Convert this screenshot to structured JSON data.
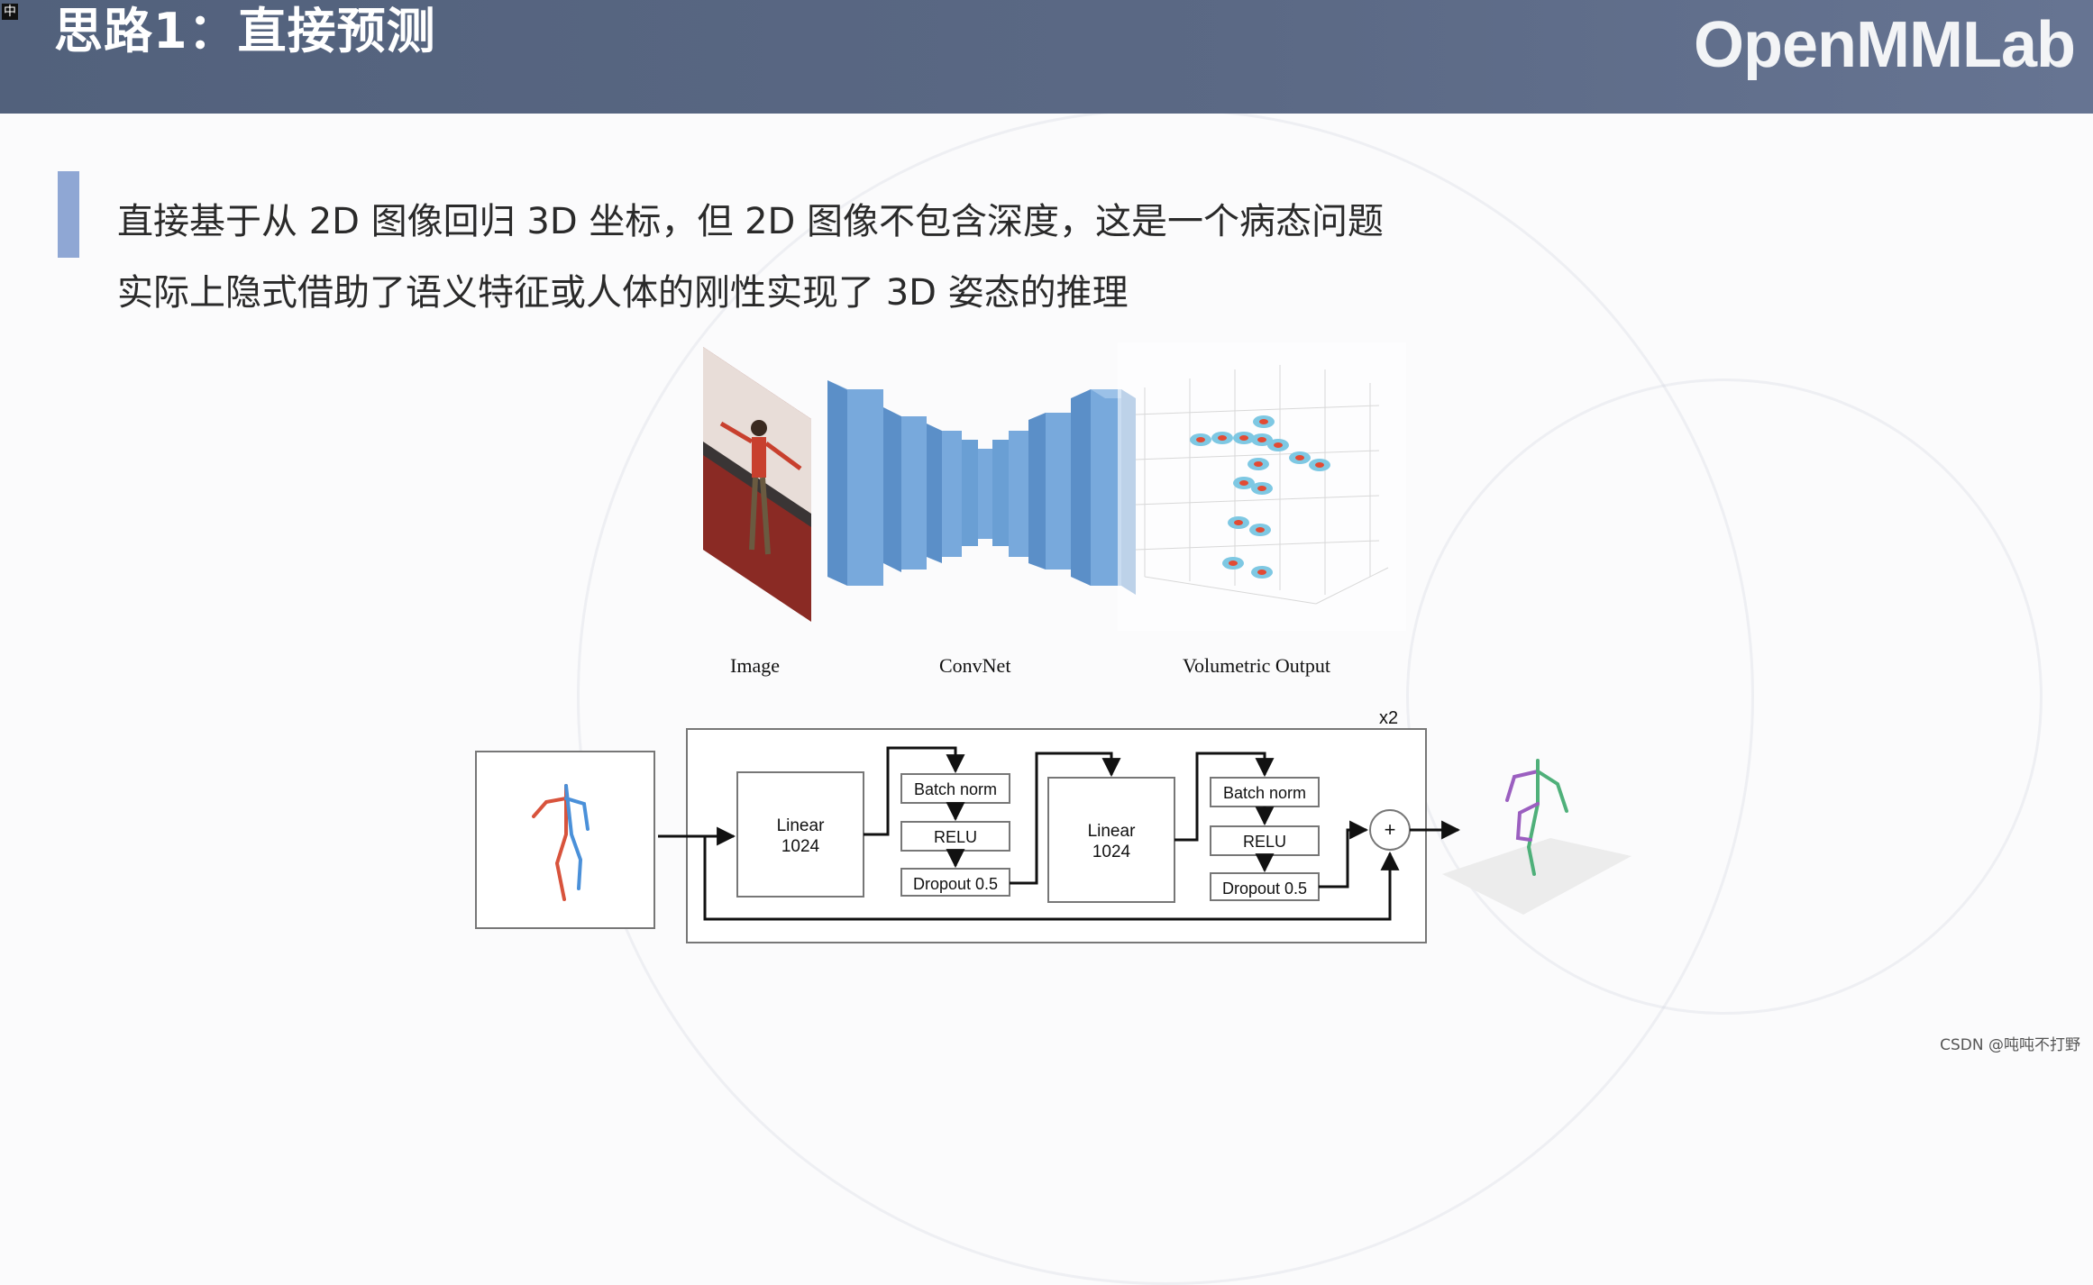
{
  "header": {
    "title": "思路1：直接预测",
    "logo": "OpenMMLab",
    "ime_indicator": "中"
  },
  "content": {
    "line1": "直接基于从 2D 图像回归 3D 坐标，但 2D 图像不包含深度，这是一个病态问题",
    "line2": "实际上隐式借助了语义特征或人体的刚性实现了 3D 姿态的推理"
  },
  "figure_top": {
    "labels": {
      "image": "Image",
      "convnet": "ConvNet",
      "volumetric_output": "Volumetric Output"
    }
  },
  "figure_bottom": {
    "repeat_label": "x2",
    "linear1": [
      "Linear",
      "1024"
    ],
    "linear2": [
      "Linear",
      "1024"
    ],
    "block1": [
      "Batch norm",
      "RELU",
      "Dropout 0.5"
    ],
    "block2": [
      "Batch norm",
      "RELU",
      "Dropout 0.5"
    ],
    "plus_symbol": "+"
  },
  "colors": {
    "header_bg": "#56647f",
    "accent_bar": "#8fa7d4",
    "convnet_blue": "#6a9fd4",
    "skeleton_red": "#d8533c",
    "skeleton_blue": "#4a90d9",
    "skeleton_purple": "#9b5fc0",
    "skeleton_green": "#4fb07a"
  },
  "watermark": "CSDN @吨吨不打野"
}
